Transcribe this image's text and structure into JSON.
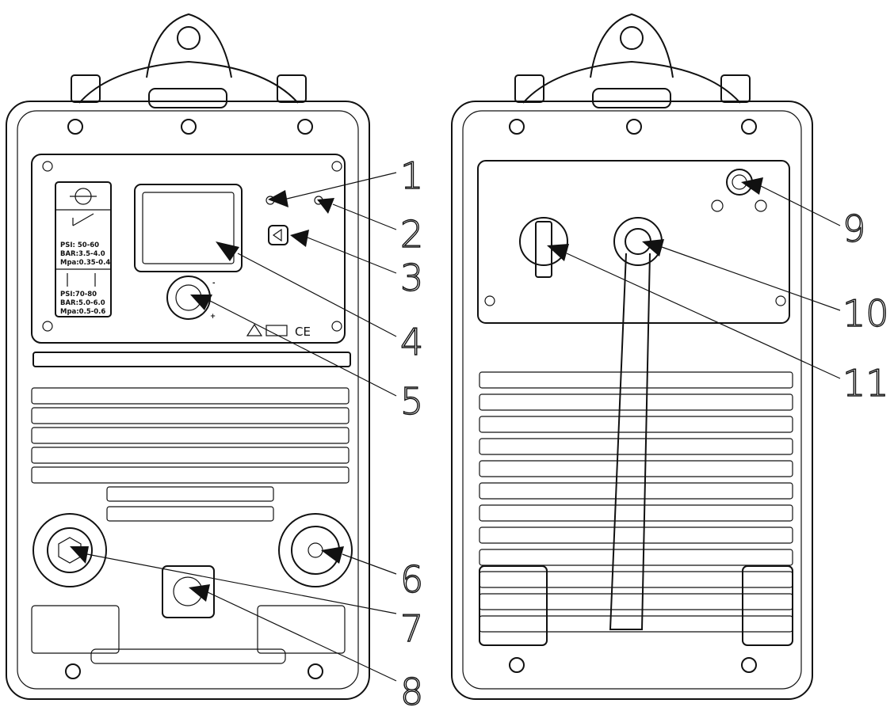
{
  "callouts": [
    {
      "num": "1"
    },
    {
      "num": "2"
    },
    {
      "num": "3"
    },
    {
      "num": "4"
    },
    {
      "num": "5"
    },
    {
      "num": "6"
    },
    {
      "num": "7"
    },
    {
      "num": "8"
    },
    {
      "num": "9"
    },
    {
      "num": "10"
    },
    {
      "num": "11"
    }
  ],
  "label_panel": {
    "cut_psi": "PSI: 50-60",
    "cut_bar": "BAR:3.5-4.0",
    "cut_mpa": "Mpa:0.35-0.4",
    "gouge_psi": "PSI:70-80",
    "gouge_bar": "BAR:5.0-6.0",
    "gouge_mpa": "Mpa:0.5-0.6"
  },
  "ce_mark": "CE",
  "knob_minus": "-",
  "knob_plus": "+"
}
